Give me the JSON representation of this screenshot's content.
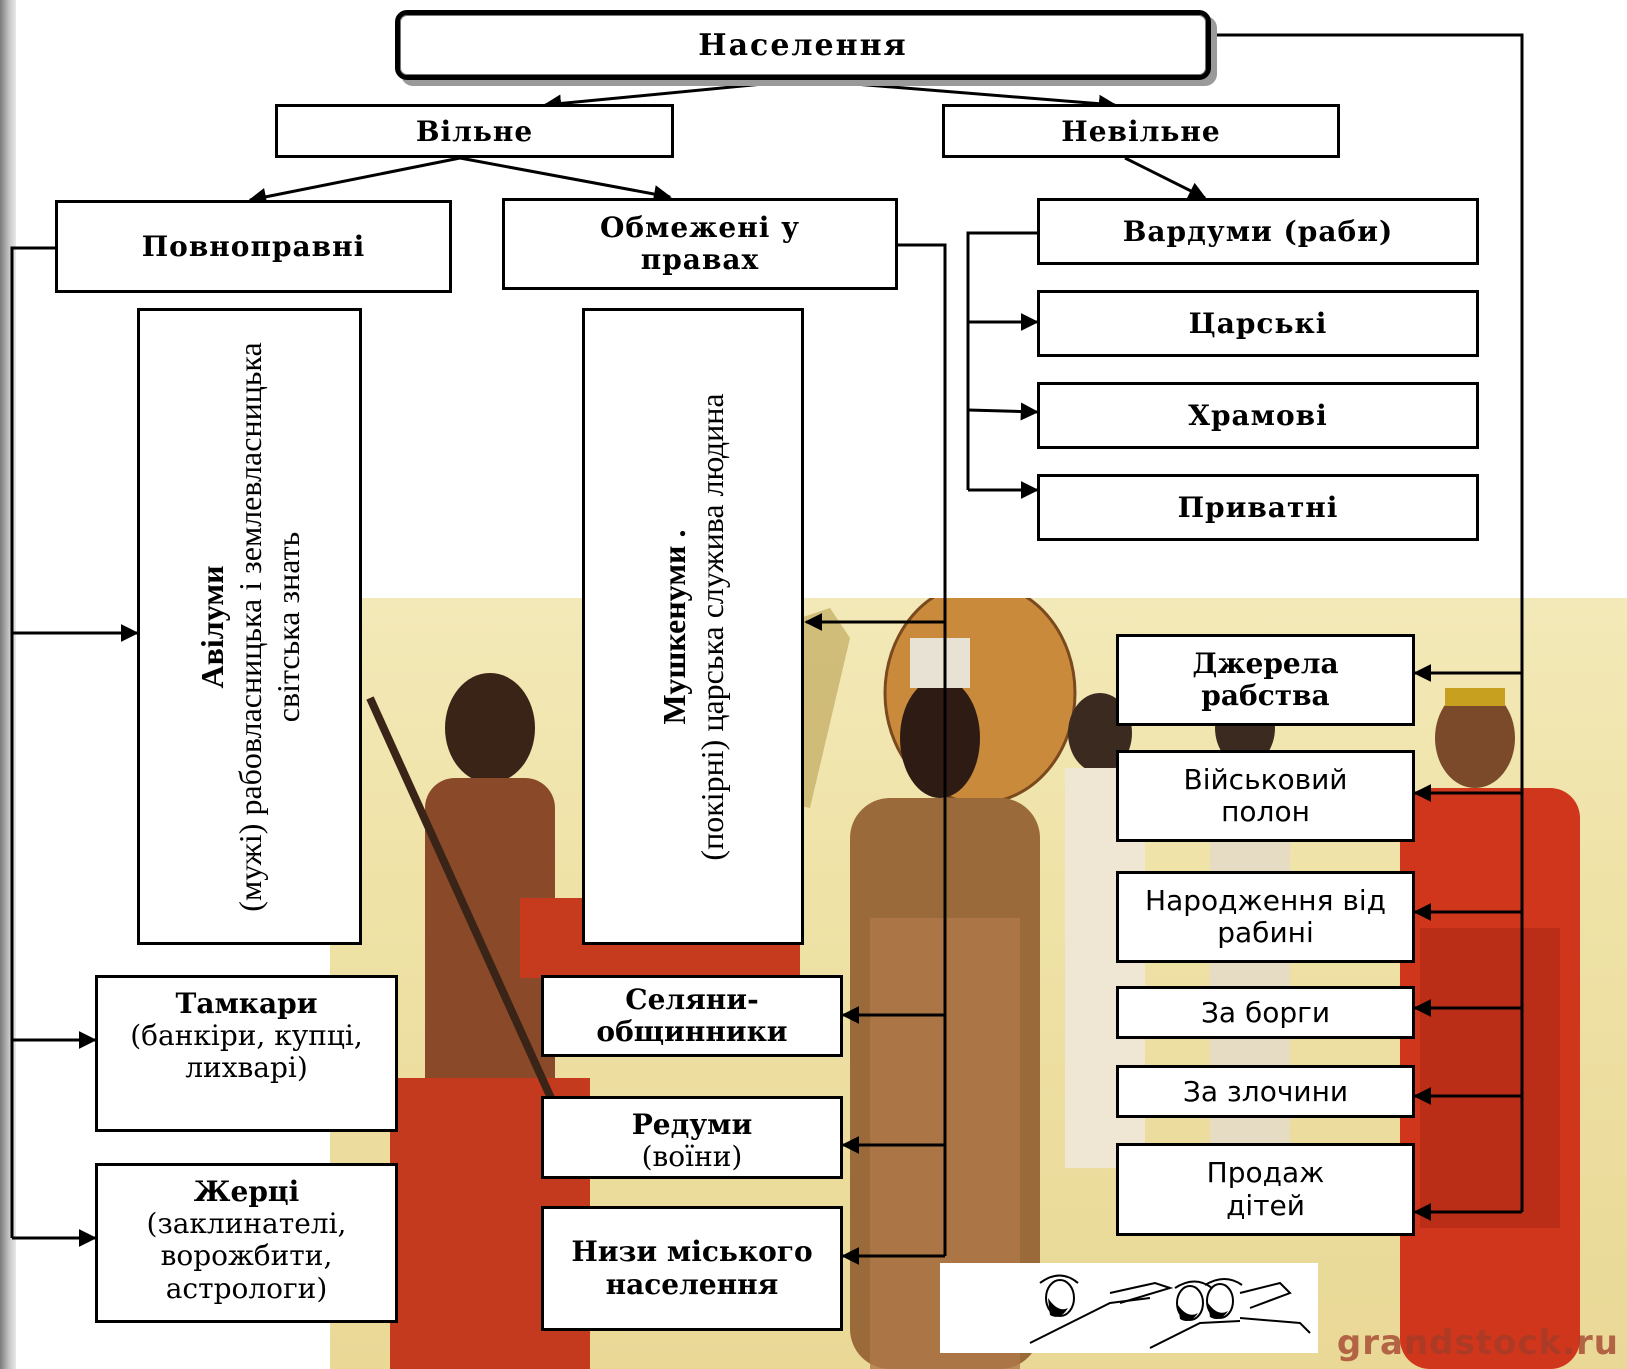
{
  "root": {
    "label": "Населення"
  },
  "free": {
    "label": "Вільне"
  },
  "unfree": {
    "label": "Невільне"
  },
  "full_rights": {
    "label": "Повноправні"
  },
  "limited_rights": {
    "label": "Обмежені у правах"
  },
  "slaves": {
    "label": "Вардуми (раби)"
  },
  "slave_types": [
    "Царські",
    "Храмові",
    "Приватні"
  ],
  "avilums": {
    "title": "Авілуми",
    "line1": "(мужі) рабовласницька і землевласницька",
    "line2": "світська знать"
  },
  "mushkenums": {
    "title": "Мушкенуми .",
    "line1": "(покірні) царська служива людина"
  },
  "tamkars": {
    "title": "Тамкари",
    "detail": "(банкіри, купці, лихварі)"
  },
  "priests": {
    "title": "Жерці",
    "detail": "(заклинателі, ворожбити, астрологи)"
  },
  "peasants": {
    "title": "Селяни-общинники"
  },
  "redums": {
    "title": "Редуми",
    "detail": "(воїни)"
  },
  "urban_poor": {
    "title": "Низи міського населення"
  },
  "sources": {
    "title": "Джерела рабства",
    "items": [
      "Військовий полон",
      "Народження від рабині",
      "За борги",
      "За злочини",
      "Продаж дітей"
    ]
  },
  "watermark": "grandstock.ru",
  "colors": {
    "line": "#000000",
    "box_bg": "#ffffff",
    "painting": "#efe2a6"
  }
}
